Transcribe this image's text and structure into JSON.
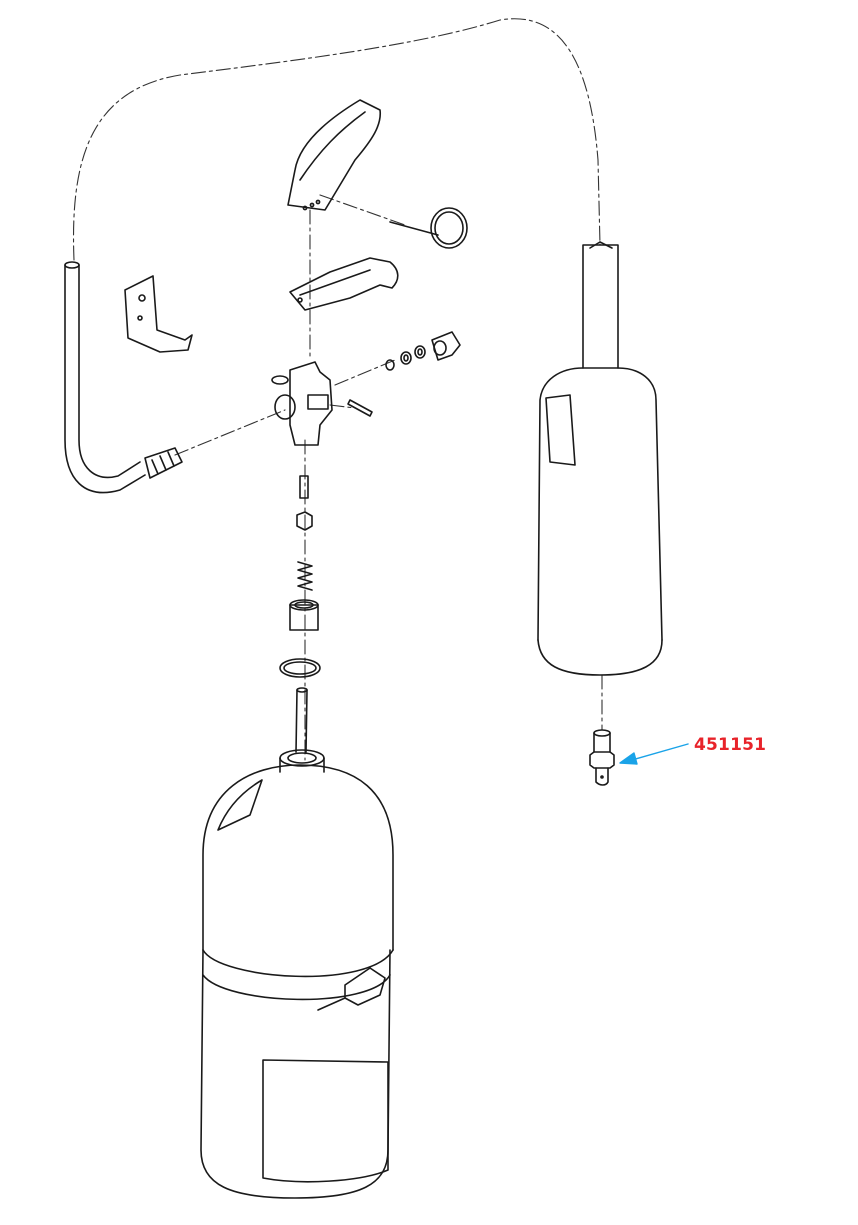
{
  "diagram": {
    "type": "exploded-parts-view",
    "subject": "CO2 fire extinguisher",
    "callouts": [
      {
        "part_number": "451151",
        "target": "horn-fitting-nipple",
        "color": "#e8232a",
        "arrow_color": "#1aa3e8"
      }
    ],
    "parts": [
      "discharge-hose",
      "wall-bracket",
      "operating-lever",
      "safety-pin-ring",
      "carrying-handle",
      "valve-body",
      "valve-pin",
      "o-ring-washers",
      "hose-nut",
      "valve-stem",
      "spring",
      "valve-collar",
      "cylinder-o-ring",
      "siphon-tube",
      "cylinder",
      "discharge-horn",
      "horn-fitting-nipple"
    ]
  }
}
